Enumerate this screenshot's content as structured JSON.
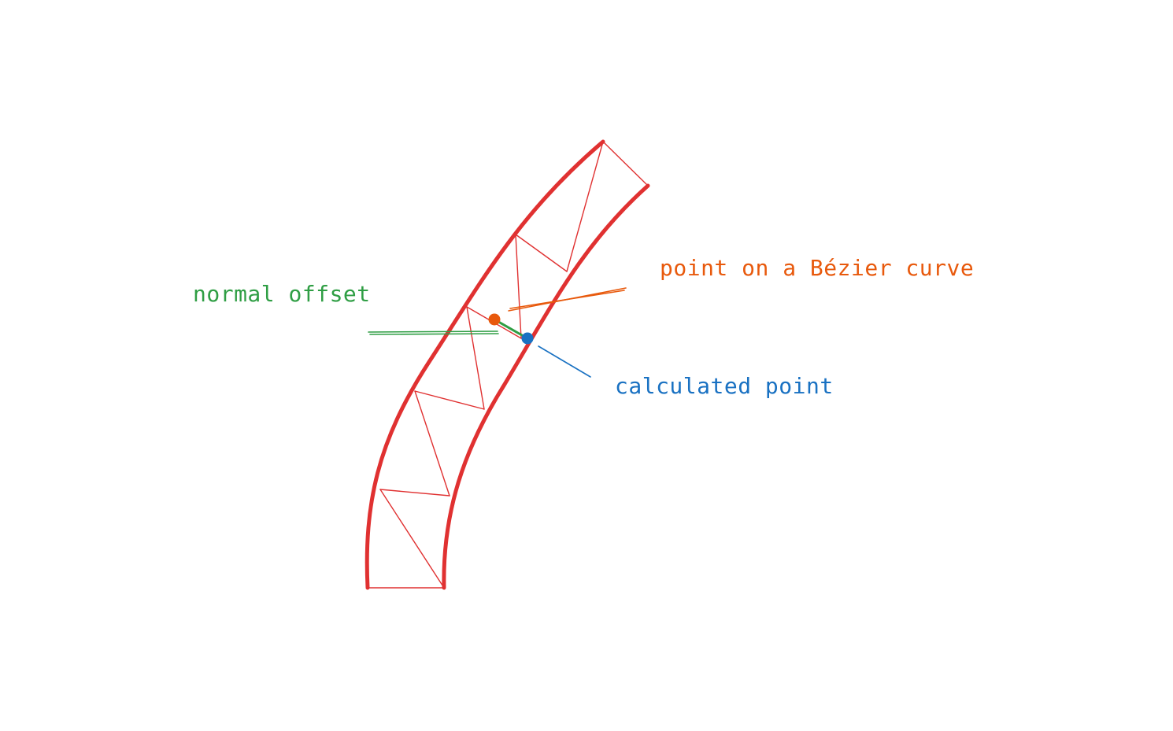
{
  "colors": {
    "curve": "#e03131",
    "bezier_point": "#e8590c",
    "calculated_point": "#1971c2",
    "normal_offset": "#2f9e44",
    "background": "#ffffff"
  },
  "labels": {
    "normal_offset": "normal offset",
    "bezier_point": "point on a Bézier curve",
    "calculated_point": "calculated point"
  }
}
